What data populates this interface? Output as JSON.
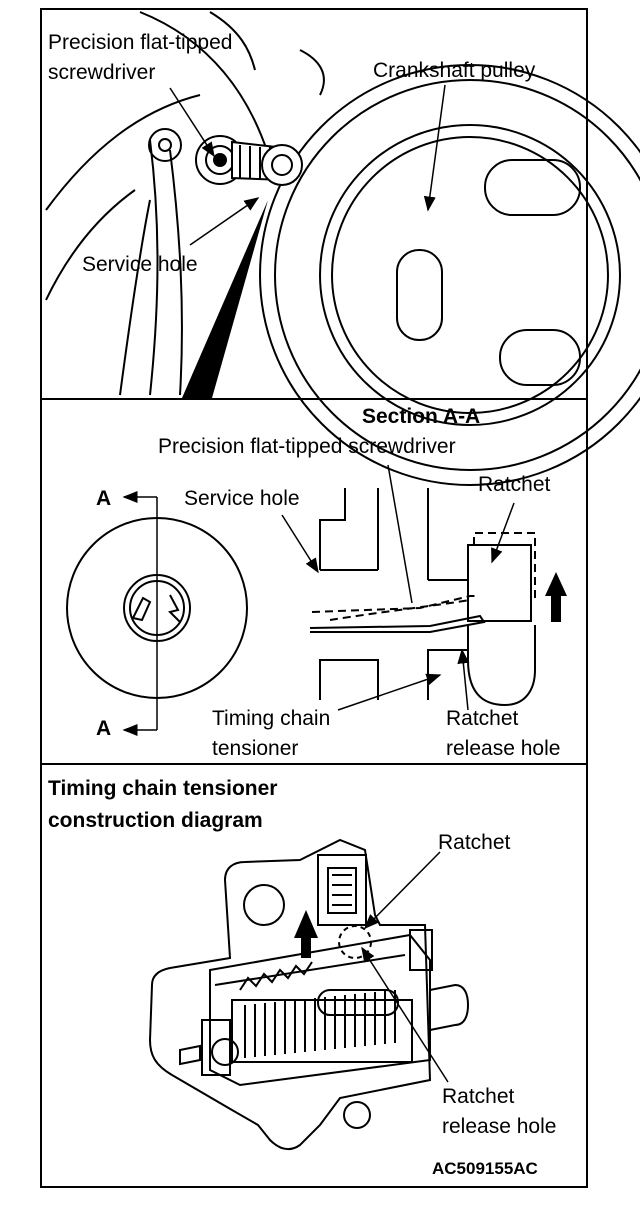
{
  "panel1": {
    "label_screwdriver_line1": "Precision flat-tipped",
    "label_screwdriver_line2": "screwdriver",
    "label_pulley": "Crankshaft pulley",
    "label_service_hole": "Service hole"
  },
  "panel2": {
    "title": "Section A-A",
    "label_screwdriver": "Precision flat-tipped screwdriver",
    "label_service_hole": "Service hole",
    "label_ratchet": "Ratchet",
    "section_mark_top": "A",
    "section_mark_bottom": "A",
    "label_tensioner_line1": "Timing chain",
    "label_tensioner_line2": "tensioner",
    "label_release_line1": "Ratchet",
    "label_release_line2": "release hole"
  },
  "panel3": {
    "title_line1": "Timing chain tensioner",
    "title_line2": "construction diagram",
    "label_ratchet": "Ratchet",
    "label_release_line1": "Ratchet",
    "label_release_line2": "release hole",
    "figure_code": "AC509155AC"
  }
}
